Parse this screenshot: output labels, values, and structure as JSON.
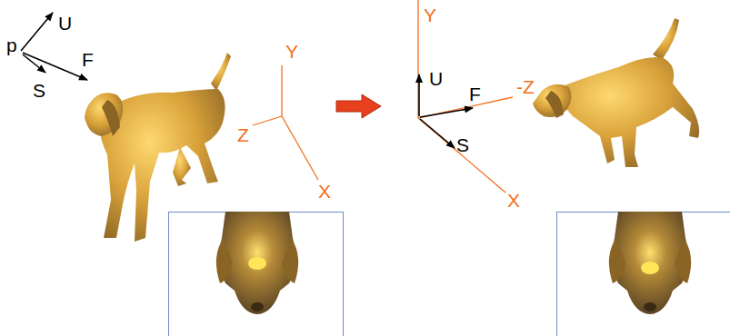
{
  "diagram": {
    "labels": [
      "p",
      "U",
      "S",
      "F",
      "Y",
      "Z",
      "X",
      "Y",
      "U",
      "F",
      "-Z",
      "S",
      "X"
    ]
  }
}
